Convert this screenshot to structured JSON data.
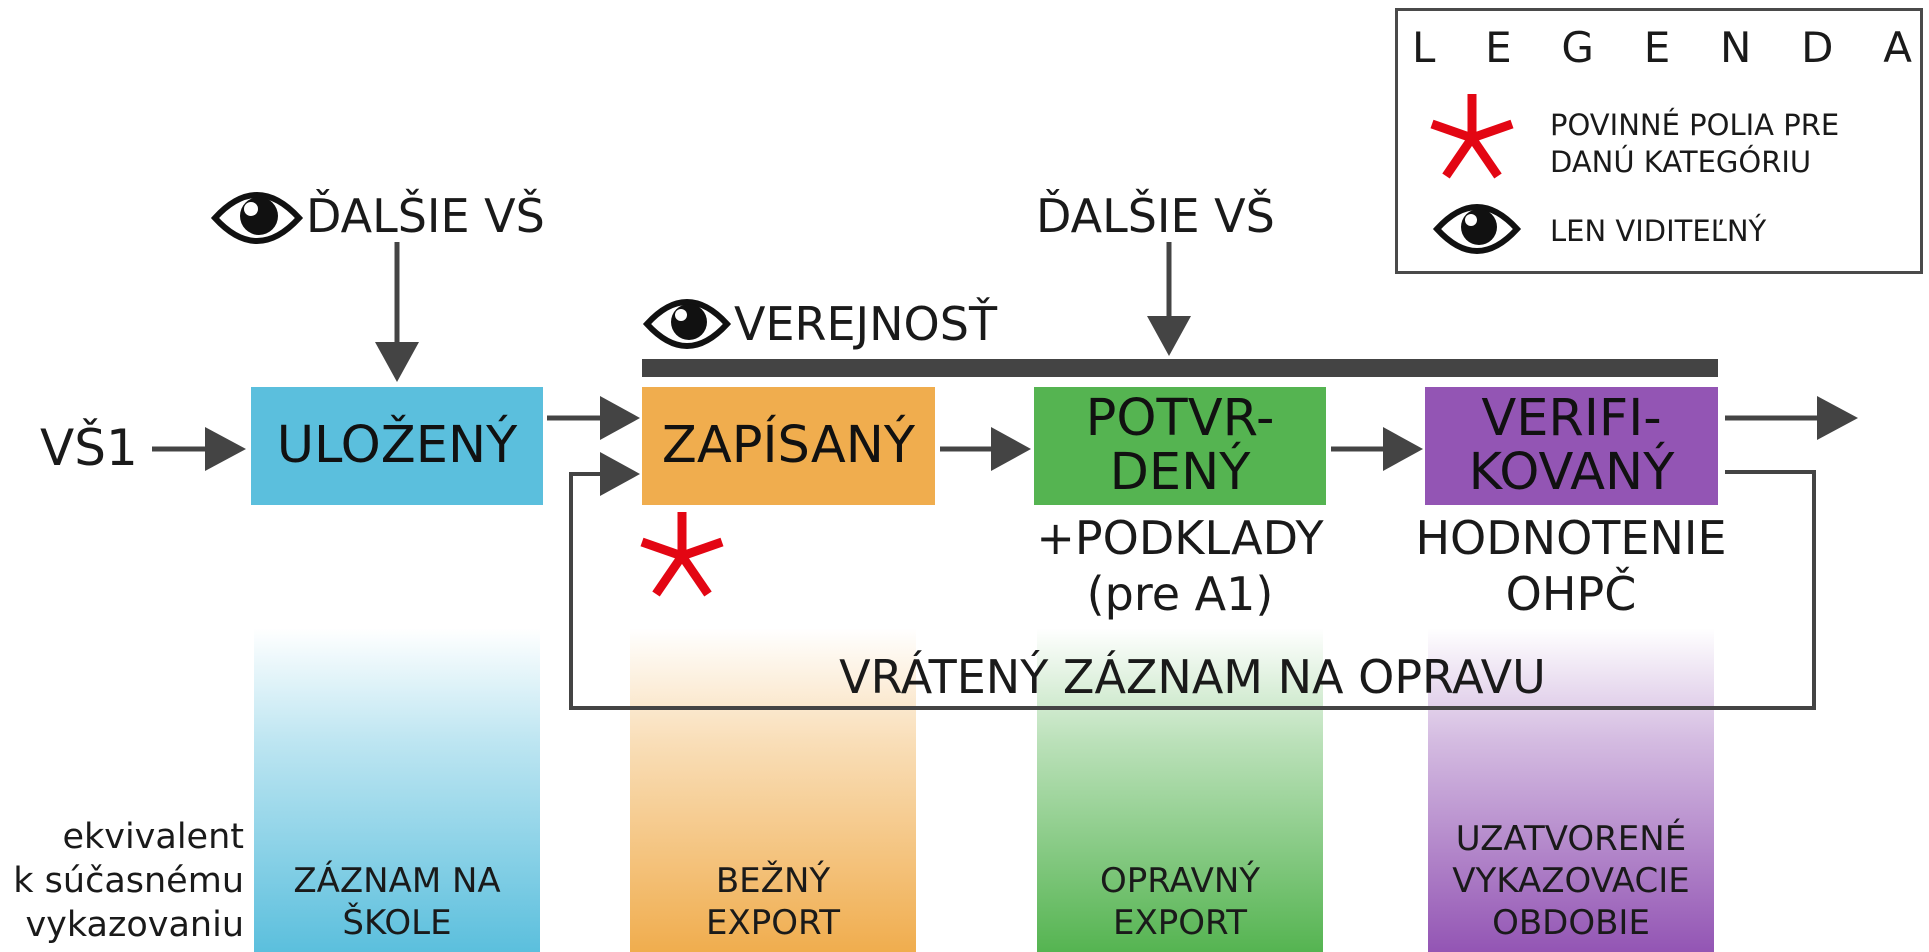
{
  "legend": {
    "title_letters": [
      "L",
      "E",
      "G",
      "E",
      "N",
      "D",
      "A"
    ],
    "required_text": [
      "POVINNÉ POLIA PRE",
      "DANÚ KATEGÓRIU"
    ],
    "visible_text": "LEN VIDITEĽNÝ"
  },
  "actors": {
    "source": "VŠ1",
    "other_universities_left": "ĎALŠIE VŠ",
    "other_universities_right": "ĎALŠIE VŠ",
    "public": "VEREJNOSŤ"
  },
  "states": [
    {
      "label": "ULOŽENÝ",
      "color": "#5bbfdd"
    },
    {
      "label": "ZAPÍSANÝ",
      "color": "#f0ad4e"
    },
    {
      "label": "POTVR-\nDENÝ",
      "color": "#55b451"
    },
    {
      "label": "VERIFI-\nKOVANÝ",
      "color": "#9355b4"
    }
  ],
  "annotations": {
    "potvrdeny": [
      "+PODKLADY",
      "(pre A1)"
    ],
    "verifikovany": [
      "HODNOTENIE",
      "OHPČ"
    ],
    "returned": "VRÁTENÝ ZÁZNAM NA OPRAVU"
  },
  "equivalent": {
    "label": [
      "ekvivalent",
      "k súčasnému",
      "vykazovaniu"
    ],
    "columns": [
      {
        "label": [
          "ZÁZNAM NA",
          "ŠKOLE"
        ]
      },
      {
        "label": [
          "BEŽNÝ",
          "EXPORT"
        ]
      },
      {
        "label": [
          "OPRAVNÝ",
          "EXPORT"
        ]
      },
      {
        "label": [
          "UZATVORENÉ",
          "VYKAZOVACIE",
          "OBDOBIE"
        ]
      }
    ]
  },
  "colors": {
    "arrow": "#444444",
    "asterisk": "#e30613",
    "blue": "#5bbfdd",
    "orange": "#f0ad4e",
    "green": "#55b451",
    "purple": "#9355b4"
  }
}
